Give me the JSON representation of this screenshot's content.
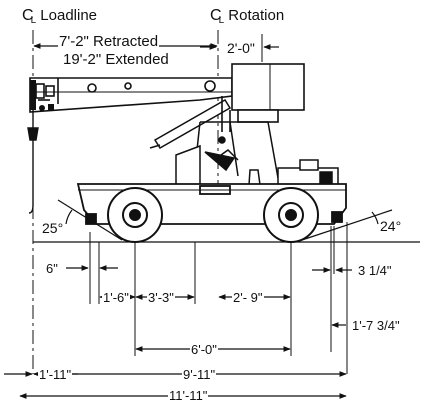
{
  "labels": {
    "cl_symbol": "C",
    "cl_sub": "L",
    "loadline": "Loadline",
    "rotation": "Rotation",
    "retracted": "7'-2\" Retracted",
    "extended": "19'-2\" Extended",
    "d_2_0": "2'-0\"",
    "angle_left": "25°",
    "angle_right": "24°",
    "d_6in": "6\"",
    "d_3_1_4": "3 1/4\"",
    "d_1_6": "1'-6\"",
    "d_3_3": "3'-3\"",
    "d_2_9": "2'- 9\"",
    "d_1_7_3_4": "1'-7 3/4\"",
    "d_6_0": "6'-0\"",
    "d_1_11": "1'-11\"",
    "d_9_11": "9'-11\"",
    "d_11_11": "11'-11\""
  },
  "colors": {
    "ink": "#111111",
    "paper": "#ffffff"
  }
}
